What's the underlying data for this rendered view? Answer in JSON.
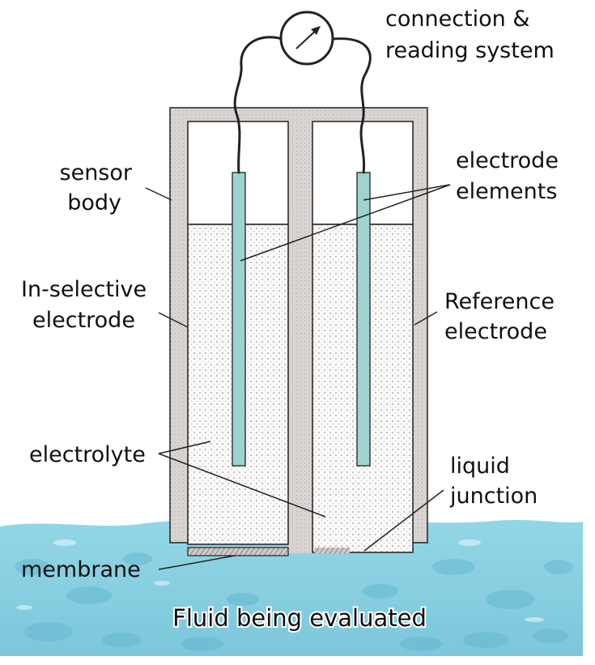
{
  "labels": {
    "connection_line1": "connection &",
    "connection_line2": "reading system",
    "sensor_body_line1": "sensor",
    "sensor_body_line2": "body",
    "electrode_elements_line1": "electrode",
    "electrode_elements_line2": "elements",
    "ion_selective_line1": "In-selective",
    "ion_selective_line2": "electrode",
    "reference_line1": "Reference",
    "reference_line2": "electrode",
    "electrolyte": "electrolyte",
    "liquid_junction_line1": "liquid",
    "liquid_junction_line2": "junction",
    "membrane": "membrane",
    "fluid": "Fluid being evaluated"
  },
  "colors": {
    "fluid": "#8fd3e3",
    "fluid_dark": "#5fb9d0",
    "electrode": "#9ed3d2",
    "body": "#d8d4d2",
    "electrolyte_dots": "#b9b0ad",
    "outline": "#222222"
  },
  "icons": {
    "meter": "gauge-meter-icon"
  }
}
